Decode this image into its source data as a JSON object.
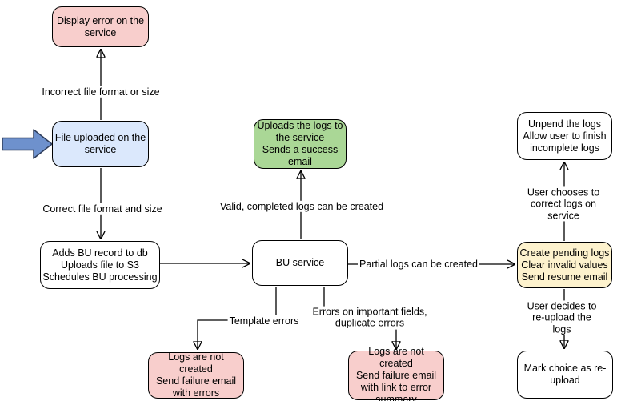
{
  "diagram": {
    "type": "flowchart",
    "background": "#ffffff",
    "line_color": "#000000",
    "start_arrow": {
      "icon": "big-right-arrow",
      "fill": "#6e91cd",
      "stroke": "#2d3c5a"
    },
    "nodes": {
      "display_error": {
        "text": "Display error on the\nservice",
        "fill": "#f8cecc"
      },
      "file_uploaded": {
        "text": "File uploaded on the\nservice",
        "fill": "#dbe8fc"
      },
      "adds_bu_record": {
        "text": "Adds BU record to db\nUploads file to S3\nSchedules BU processing",
        "fill": "#ffffff"
      },
      "bu_service": {
        "text": "BU service",
        "fill": "#ffffff"
      },
      "uploads_logs": {
        "text": "Uploads the logs to\nthe service\nSends a success\nemail",
        "fill": "#aad796"
      },
      "logs_not_created_errors": {
        "text": "Logs are not created\nSend failure email\nwith errors",
        "fill": "#f8cecc"
      },
      "logs_not_created_summary": {
        "text": "Logs are not created\nSend failure email\nwith link to error\nsummary",
        "fill": "#f8cecc"
      },
      "create_pending": {
        "text": "Create pending logs\nClear invalid values\nSend resume email",
        "fill": "#fdf2cd"
      },
      "unpend_logs": {
        "text": "Unpend the logs\nAllow user to finish\nincomplete logs",
        "fill": "#ffffff"
      },
      "mark_choice": {
        "text": "Mark choice as re-\nupload",
        "fill": "#ffffff"
      }
    },
    "edge_labels": {
      "incorrect": "Incorrect file format or size",
      "correct": "Correct file format and size",
      "valid": "Valid, completed logs can be created",
      "partial": "Partial logs can be created",
      "template": "Template errors",
      "important_fields": "Errors on important fields,\nduplicate errors",
      "user_correct": "User chooses to correct logs on service",
      "user_reupload": "User decides to re-upload the logs"
    }
  }
}
